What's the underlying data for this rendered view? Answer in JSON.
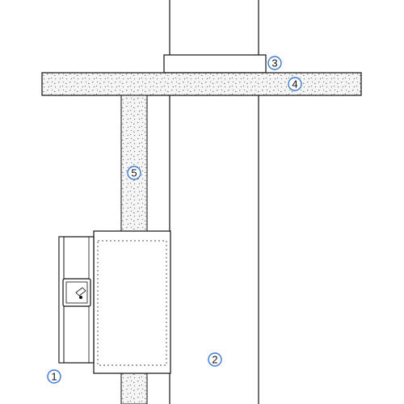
{
  "callouts": [
    {
      "id": "1",
      "label": "1"
    },
    {
      "id": "2",
      "label": "2"
    },
    {
      "id": "3",
      "label": "3"
    },
    {
      "id": "4",
      "label": "4"
    },
    {
      "id": "5",
      "label": "5"
    }
  ],
  "colors": {
    "line": "#111111",
    "callout_stroke": "#3a7bd5",
    "fill_speckle": "#f4f4f4"
  }
}
